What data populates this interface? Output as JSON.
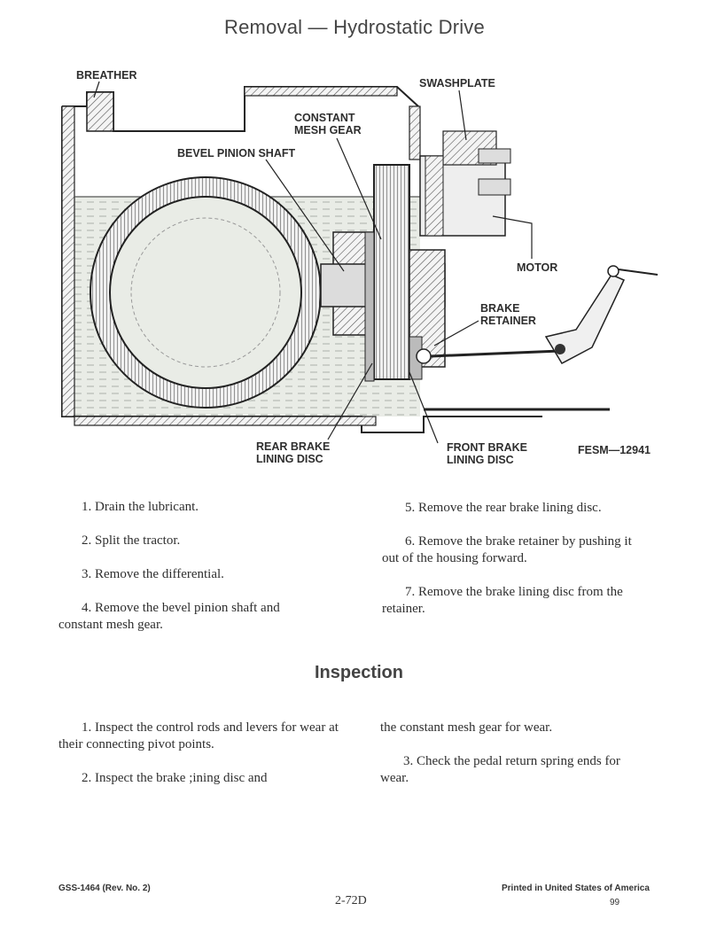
{
  "title": "Removal — Hydrostatic Drive",
  "figure": {
    "labels": {
      "breather": "BREATHER",
      "swashplate": "SWASHPLATE",
      "constant_1": "CONSTANT",
      "constant_2": "MESH GEAR",
      "bevel": "BEVEL PINION SHAFT",
      "motor": "MOTOR",
      "brake_1": "BRAKE",
      "brake_2": "RETAINER",
      "rear_1": "REAR BRAKE",
      "rear_2": "LINING DISC",
      "front_1": "FRONT BRAKE",
      "front_2": "LINING DISC",
      "fig_id": "FESM—12941"
    }
  },
  "removal_steps": [
    "1.  Drain the lubricant.",
    "2.  Split the tractor.",
    "3.  Remove the differential.",
    "4.  Remove the bevel pinion shaft and constant mesh gear.",
    "5.  Remove the rear brake lining disc.",
    "6.  Remove the brake retainer by pushing it out of the housing forward.",
    "7.  Remove the brake lining disc from the retainer."
  ],
  "inspection": {
    "heading": "Inspection",
    "steps": [
      "1.  Inspect the control rods and levers for wear at their connecting pivot points.",
      "2.  Inspect the brake ;ining disc and",
      "the constant mesh gear for wear.",
      "3.  Check the pedal return spring ends for wear."
    ]
  },
  "footer": {
    "left": "GSS-1464 (Rev. No. 2)",
    "center": "2-72D",
    "right": "Printed in United States of America",
    "page": "99"
  }
}
